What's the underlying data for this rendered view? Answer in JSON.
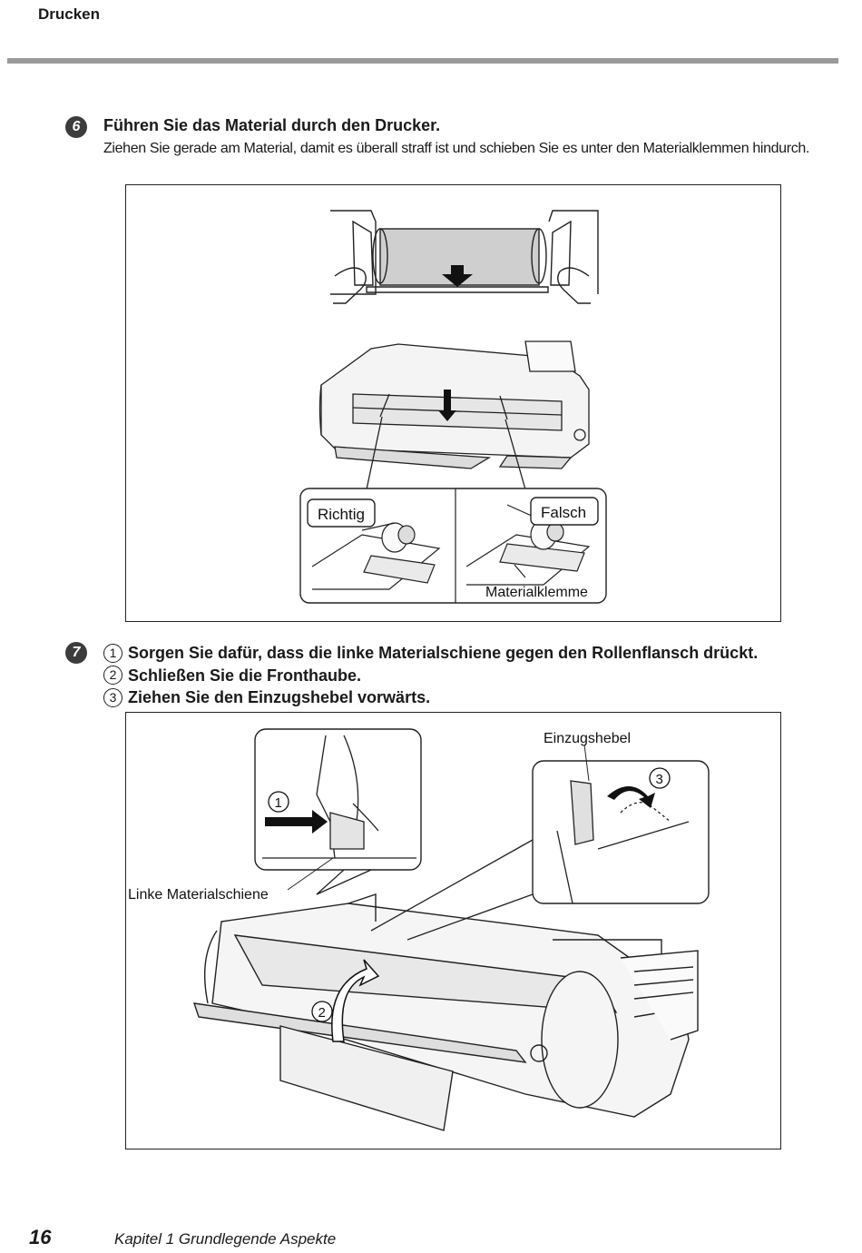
{
  "header": {
    "title": "Drucken"
  },
  "step6": {
    "number": "6",
    "title": "Führen Sie das Material durch den Drucker.",
    "description": "Ziehen Sie gerade am Material, damit es überall straff ist und schieben Sie es unter den Materialklemmen hindurch.",
    "figure": {
      "label_correct": "Richtig",
      "label_wrong": "Falsch",
      "label_clamp": "Materialklemme"
    }
  },
  "step7": {
    "number": "7",
    "items": [
      {
        "num": "1",
        "text": "Sorgen Sie dafür, dass die linke Materialschiene gegen den Rollenflansch drückt."
      },
      {
        "num": "2",
        "text": "Schließen Sie die Fronthaube."
      },
      {
        "num": "3",
        "text": "Ziehen Sie den Einzugshebel vorwärts."
      }
    ],
    "figure": {
      "label_lever": "Einzugshebel",
      "label_rail": "Linke Materialschiene",
      "callout_1": "1",
      "callout_2": "2",
      "callout_3": "3"
    }
  },
  "footer": {
    "page_number": "16",
    "chapter": "Kapitel 1 Grundlegende Aspekte"
  }
}
